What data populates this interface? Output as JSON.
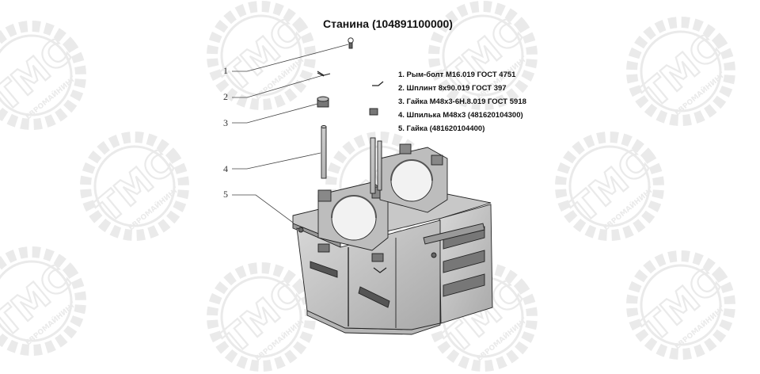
{
  "title": "Станина (104891100000)",
  "callouts": [
    "1",
    "2",
    "3",
    "4",
    "5"
  ],
  "legend": [
    "1. Рым-болт М16.019 ГОСТ 4751",
    "2. Шплинт 8х90.019 ГОСТ 397",
    "3. Гайка М48х3-6Н.8.019 ГОСТ 5918",
    "4. Шпилька М48х3 (481620104300)",
    "5. Гайка (481620104400)"
  ],
  "watermark": {
    "logo": "TMC",
    "ring": "ЕВРОМАЙНИНГ",
    "color": "#d9d9d9"
  }
}
